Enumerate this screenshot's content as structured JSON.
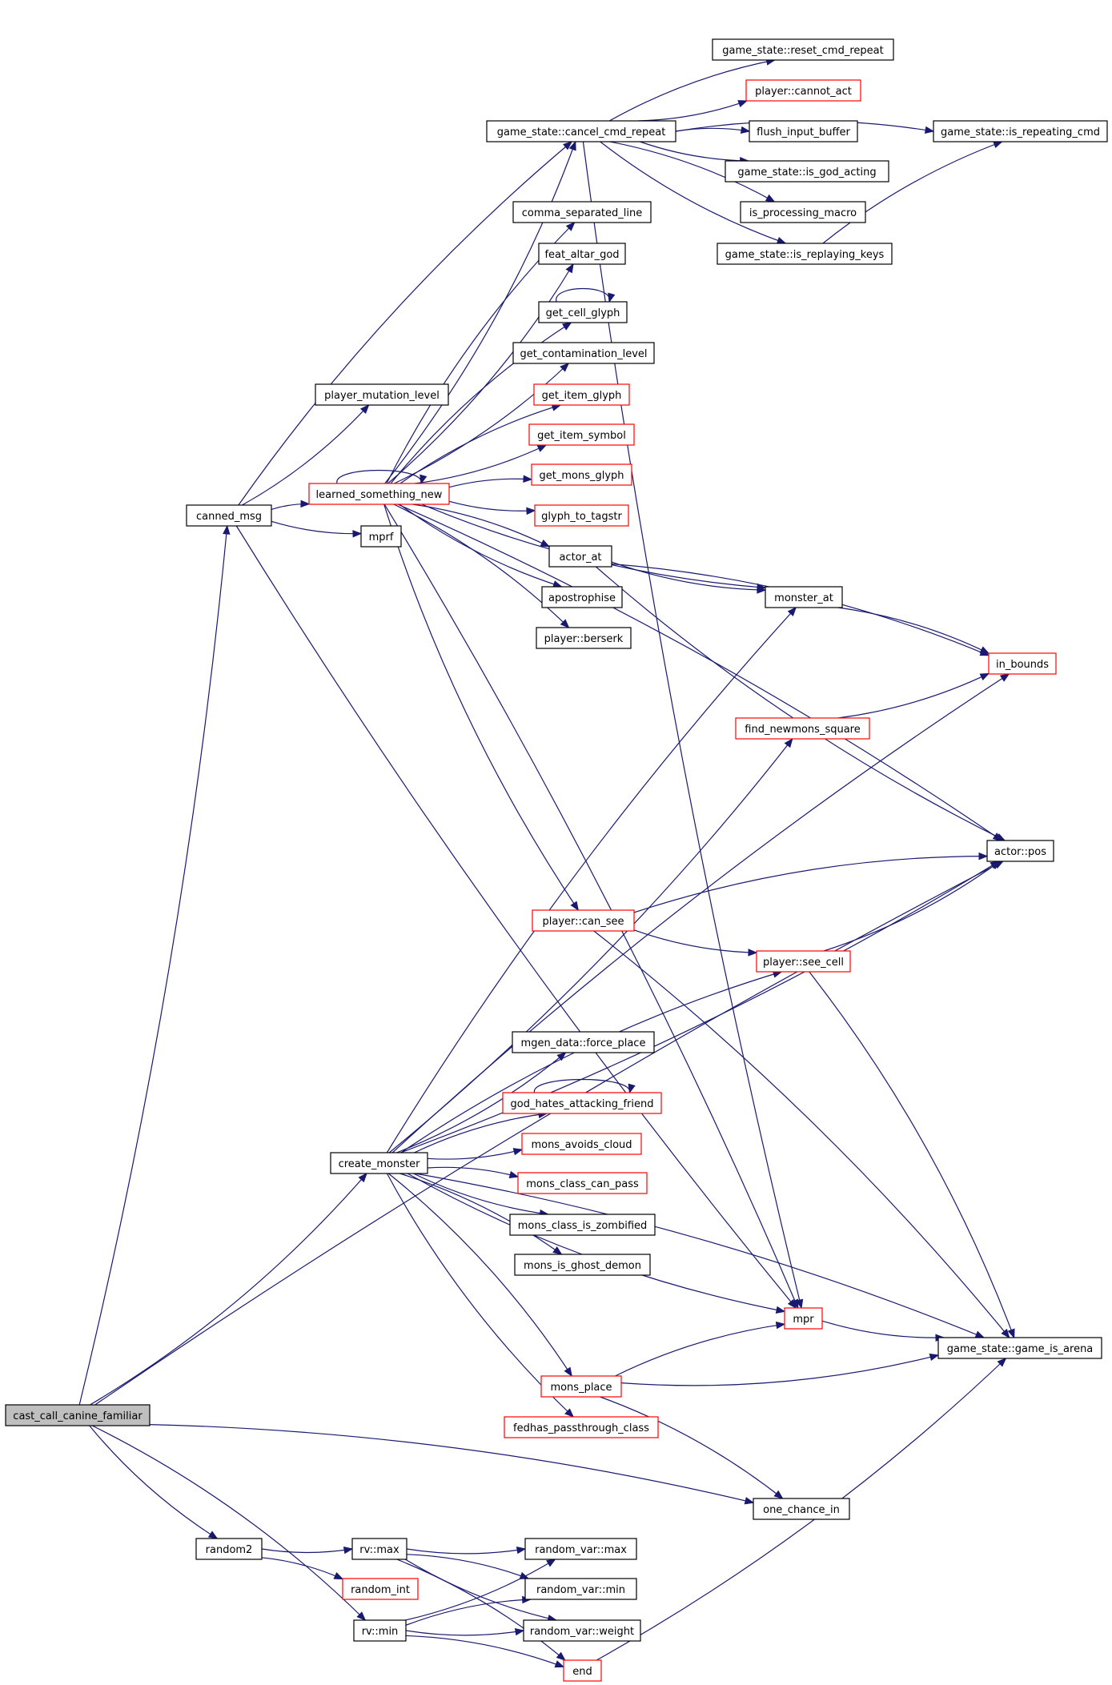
{
  "nodes": [
    {
      "id": "cast_call_canine_familiar",
      "label": "cast_call_canine_familiar",
      "style": "root"
    },
    {
      "id": "canned_msg",
      "label": "canned_msg",
      "style": "black"
    },
    {
      "id": "player_mutation_level",
      "label": "player_mutation_level",
      "style": "black"
    },
    {
      "id": "learned_something_new",
      "label": "learned_something_new",
      "style": "red"
    },
    {
      "id": "mprf",
      "label": "mprf",
      "style": "black"
    },
    {
      "id": "cancel_cmd_repeat",
      "label": "game_state::cancel_cmd_repeat",
      "style": "black"
    },
    {
      "id": "reset_cmd_repeat",
      "label": "game_state::reset_cmd_repeat",
      "style": "black"
    },
    {
      "id": "cannot_act",
      "label": "player::cannot_act",
      "style": "red"
    },
    {
      "id": "flush_input_buffer",
      "label": "flush_input_buffer",
      "style": "black"
    },
    {
      "id": "is_god_acting",
      "label": "game_state::is_god_acting",
      "style": "black"
    },
    {
      "id": "is_processing_macro",
      "label": "is_processing_macro",
      "style": "black"
    },
    {
      "id": "is_replaying_keys",
      "label": "game_state::is_replaying_keys",
      "style": "black"
    },
    {
      "id": "is_repeating_cmd",
      "label": "game_state::is_repeating_cmd",
      "style": "black"
    },
    {
      "id": "comma_separated_line",
      "label": "comma_separated_line",
      "style": "black"
    },
    {
      "id": "feat_altar_god",
      "label": "feat_altar_god",
      "style": "black"
    },
    {
      "id": "get_cell_glyph",
      "label": "get_cell_glyph",
      "style": "black"
    },
    {
      "id": "get_contamination_level",
      "label": "get_contamination_level",
      "style": "black"
    },
    {
      "id": "get_item_glyph",
      "label": "get_item_glyph",
      "style": "red"
    },
    {
      "id": "get_item_symbol",
      "label": "get_item_symbol",
      "style": "red"
    },
    {
      "id": "get_mons_glyph",
      "label": "get_mons_glyph",
      "style": "red"
    },
    {
      "id": "glyph_to_tagstr",
      "label": "glyph_to_tagstr",
      "style": "red"
    },
    {
      "id": "actor_at",
      "label": "actor_at",
      "style": "black"
    },
    {
      "id": "apostrophise",
      "label": "apostrophise",
      "style": "black"
    },
    {
      "id": "berserk",
      "label": "player::berserk",
      "style": "black"
    },
    {
      "id": "monster_at",
      "label": "monster_at",
      "style": "black"
    },
    {
      "id": "in_bounds",
      "label": "in_bounds",
      "style": "red"
    },
    {
      "id": "find_newmons_square",
      "label": "find_newmons_square",
      "style": "red"
    },
    {
      "id": "actor_pos",
      "label": "actor::pos",
      "style": "black"
    },
    {
      "id": "can_see",
      "label": "player::can_see",
      "style": "red"
    },
    {
      "id": "see_cell",
      "label": "player::see_cell",
      "style": "red"
    },
    {
      "id": "force_place",
      "label": "mgen_data::force_place",
      "style": "black"
    },
    {
      "id": "god_hates",
      "label": "god_hates_attacking_friend",
      "style": "red"
    },
    {
      "id": "mons_avoids_cloud",
      "label": "mons_avoids_cloud",
      "style": "red"
    },
    {
      "id": "mons_class_can_pass",
      "label": "mons_class_can_pass",
      "style": "red"
    },
    {
      "id": "mons_class_is_zombified",
      "label": "mons_class_is_zombified",
      "style": "black"
    },
    {
      "id": "mons_is_ghost_demon",
      "label": "mons_is_ghost_demon",
      "style": "black"
    },
    {
      "id": "create_monster",
      "label": "create_monster",
      "style": "black"
    },
    {
      "id": "mpr",
      "label": "mpr",
      "style": "red"
    },
    {
      "id": "game_is_arena",
      "label": "game_state::game_is_arena",
      "style": "black"
    },
    {
      "id": "mons_place",
      "label": "mons_place",
      "style": "red"
    },
    {
      "id": "fedhas",
      "label": "fedhas_passthrough_class",
      "style": "red"
    },
    {
      "id": "one_chance_in",
      "label": "one_chance_in",
      "style": "black"
    },
    {
      "id": "random2",
      "label": "random2",
      "style": "black"
    },
    {
      "id": "rv_max",
      "label": "rv::max",
      "style": "black"
    },
    {
      "id": "random_int",
      "label": "random_int",
      "style": "red"
    },
    {
      "id": "rv_min",
      "label": "rv::min",
      "style": "black"
    },
    {
      "id": "random_var_max",
      "label": "random_var::max",
      "style": "black"
    },
    {
      "id": "random_var_min",
      "label": "random_var::min",
      "style": "black"
    },
    {
      "id": "random_var_weight",
      "label": "random_var::weight",
      "style": "black"
    },
    {
      "id": "end",
      "label": "end",
      "style": "red"
    }
  ],
  "edges": [
    [
      "cast_call_canine_familiar",
      "canned_msg"
    ],
    [
      "cast_call_canine_familiar",
      "actor_pos"
    ],
    [
      "cast_call_canine_familiar",
      "create_monster"
    ],
    [
      "cast_call_canine_familiar",
      "one_chance_in"
    ],
    [
      "cast_call_canine_familiar",
      "random2"
    ],
    [
      "cast_call_canine_familiar",
      "rv_min"
    ],
    [
      "canned_msg",
      "player_mutation_level"
    ],
    [
      "canned_msg",
      "learned_something_new"
    ],
    [
      "canned_msg",
      "mprf"
    ],
    [
      "canned_msg",
      "cancel_cmd_repeat"
    ],
    [
      "canned_msg",
      "mpr"
    ],
    [
      "learned_something_new",
      "learned_something_new"
    ],
    [
      "learned_something_new",
      "cancel_cmd_repeat"
    ],
    [
      "learned_something_new",
      "comma_separated_line"
    ],
    [
      "learned_something_new",
      "feat_altar_god"
    ],
    [
      "learned_something_new",
      "get_cell_glyph"
    ],
    [
      "learned_something_new",
      "get_contamination_level"
    ],
    [
      "learned_something_new",
      "get_item_glyph"
    ],
    [
      "learned_something_new",
      "get_item_symbol"
    ],
    [
      "learned_something_new",
      "get_mons_glyph"
    ],
    [
      "learned_something_new",
      "glyph_to_tagstr"
    ],
    [
      "learned_something_new",
      "actor_at"
    ],
    [
      "learned_something_new",
      "apostrophise"
    ],
    [
      "learned_something_new",
      "berserk"
    ],
    [
      "learned_something_new",
      "monster_at"
    ],
    [
      "learned_something_new",
      "actor_pos"
    ],
    [
      "learned_something_new",
      "can_see"
    ],
    [
      "learned_something_new",
      "mpr"
    ],
    [
      "get_cell_glyph",
      "get_cell_glyph"
    ],
    [
      "cancel_cmd_repeat",
      "reset_cmd_repeat"
    ],
    [
      "cancel_cmd_repeat",
      "cannot_act"
    ],
    [
      "cancel_cmd_repeat",
      "flush_input_buffer"
    ],
    [
      "cancel_cmd_repeat",
      "is_god_acting"
    ],
    [
      "cancel_cmd_repeat",
      "is_processing_macro"
    ],
    [
      "cancel_cmd_repeat",
      "is_replaying_keys"
    ],
    [
      "cancel_cmd_repeat",
      "is_repeating_cmd"
    ],
    [
      "cancel_cmd_repeat",
      "mpr"
    ],
    [
      "is_replaying_keys",
      "is_repeating_cmd"
    ],
    [
      "actor_at",
      "monster_at"
    ],
    [
      "actor_at",
      "in_bounds"
    ],
    [
      "actor_at",
      "actor_pos"
    ],
    [
      "monster_at",
      "in_bounds"
    ],
    [
      "find_newmons_square",
      "in_bounds"
    ],
    [
      "can_see",
      "actor_pos"
    ],
    [
      "can_see",
      "see_cell"
    ],
    [
      "can_see",
      "game_is_arena"
    ],
    [
      "see_cell",
      "actor_pos"
    ],
    [
      "see_cell",
      "game_is_arena"
    ],
    [
      "god_hates",
      "god_hates"
    ],
    [
      "create_monster",
      "monster_at"
    ],
    [
      "create_monster",
      "find_newmons_square"
    ],
    [
      "create_monster",
      "in_bounds"
    ],
    [
      "create_monster",
      "actor_pos"
    ],
    [
      "create_monster",
      "see_cell"
    ],
    [
      "create_monster",
      "force_place"
    ],
    [
      "create_monster",
      "god_hates"
    ],
    [
      "create_monster",
      "mons_avoids_cloud"
    ],
    [
      "create_monster",
      "mons_class_can_pass"
    ],
    [
      "create_monster",
      "mons_class_is_zombified"
    ],
    [
      "create_monster",
      "mons_is_ghost_demon"
    ],
    [
      "create_monster",
      "mpr"
    ],
    [
      "create_monster",
      "mons_place"
    ],
    [
      "create_monster",
      "fedhas"
    ],
    [
      "create_monster",
      "game_is_arena"
    ],
    [
      "mpr",
      "game_is_arena"
    ],
    [
      "mons_place",
      "mpr"
    ],
    [
      "mons_place",
      "game_is_arena"
    ],
    [
      "mons_place",
      "one_chance_in"
    ],
    [
      "random2",
      "rv_max"
    ],
    [
      "random2",
      "random_int"
    ],
    [
      "rv_max",
      "random_var_max"
    ],
    [
      "rv_max",
      "random_var_min"
    ],
    [
      "rv_max",
      "random_var_weight"
    ],
    [
      "rv_max",
      "end"
    ],
    [
      "rv_min",
      "random_var_max"
    ],
    [
      "rv_min",
      "random_var_min"
    ],
    [
      "rv_min",
      "random_var_weight"
    ],
    [
      "rv_min",
      "end"
    ],
    [
      "end",
      "game_is_arena"
    ]
  ]
}
